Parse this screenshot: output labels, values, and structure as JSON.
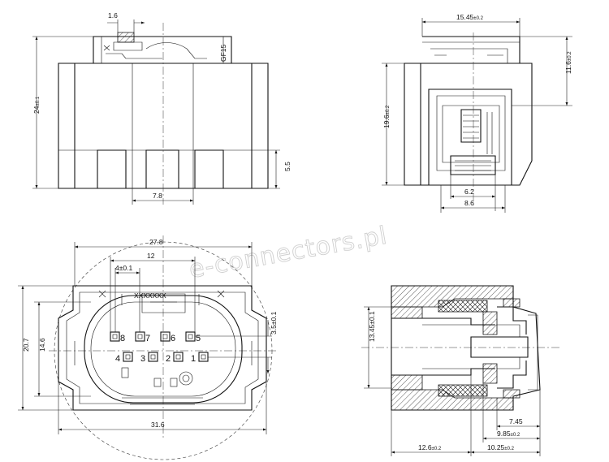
{
  "watermark": "e-connectors.pl",
  "front_view": {
    "dim_top_width": "1.6",
    "dim_height": "24",
    "dim_height_tol": "±0.1",
    "dim_slot_height": "5.5",
    "dim_bottom_width": "7.8",
    "part_marking": "GF15"
  },
  "side_view": {
    "dim_top_width": "15.45",
    "dim_top_width_tol": "±0.2",
    "dim_latch_height": "11.6",
    "dim_latch_height_tol": "±0.2",
    "dim_body_height": "19.6",
    "dim_body_height_tol": "±0.2",
    "dim_inner_width": "6.2",
    "dim_outer_width": "8.6"
  },
  "face_view": {
    "dim_overall_width": "27.8",
    "dim_pin_span": "12",
    "dim_pin_pitch": "4±0.1",
    "dim_offset": "3.5±0.1",
    "dim_overall_height": "20.7",
    "dim_inner_height": "14.6",
    "dim_bottom_width": "31.6",
    "marking": "XXXXXXX",
    "pins_top": [
      "8",
      "7",
      "6",
      "5"
    ],
    "pins_bottom": [
      "4",
      "3",
      "2",
      "1"
    ]
  },
  "section_view": {
    "dim_diameter": "13.45±0.1",
    "dim_a": "7.45",
    "dim_b": "9.85",
    "dim_b_tol": "±0.2",
    "dim_c": "12.6",
    "dim_c_tol": "±0.2",
    "dim_d": "10.25",
    "dim_d_tol": "±0.2"
  }
}
